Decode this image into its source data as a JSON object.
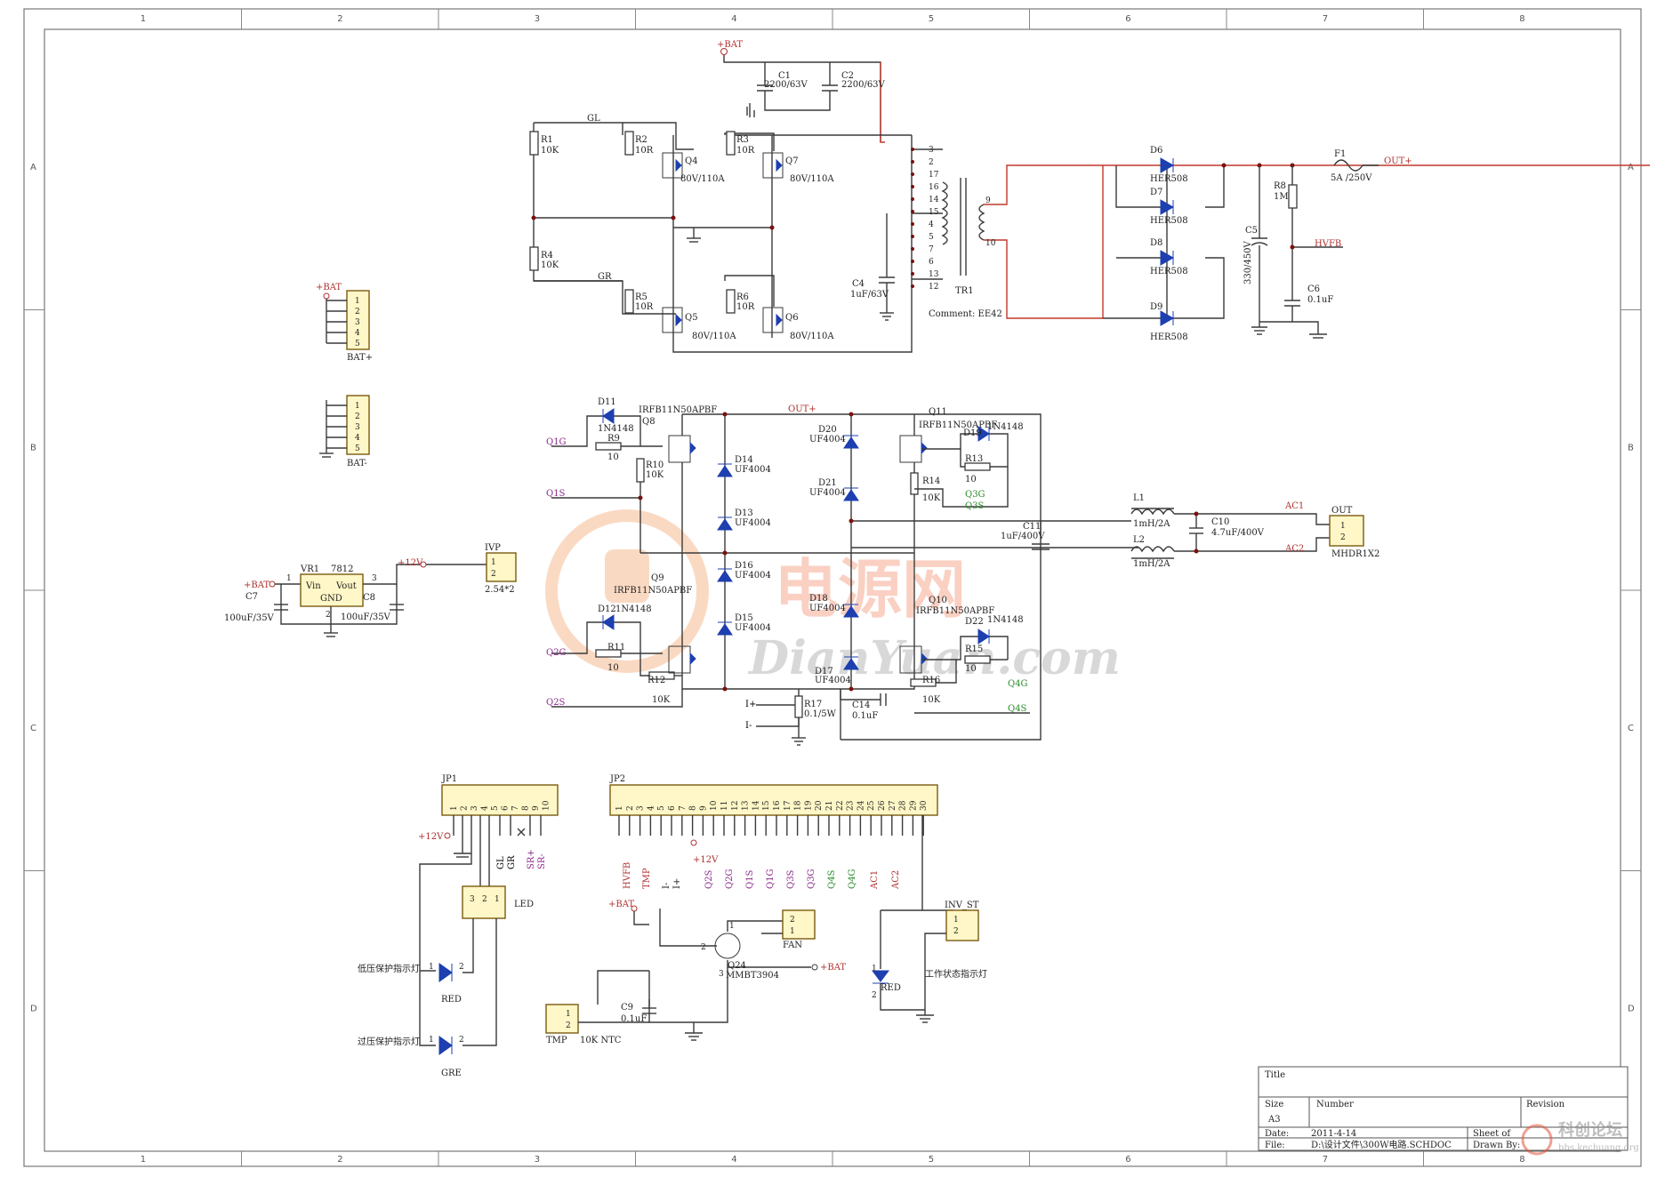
{
  "grid": {
    "columns": [
      "1",
      "2",
      "3",
      "4",
      "5",
      "6",
      "7",
      "8"
    ],
    "rows": [
      "A",
      "B",
      "C",
      "D"
    ]
  },
  "power_stage": {
    "supply": "+BAT",
    "caps": [
      {
        "ref": "C1",
        "value": "2200/63V"
      },
      {
        "ref": "C2",
        "value": "2200/63V"
      },
      {
        "ref": "C4",
        "value": "1uF/63V"
      }
    ],
    "resistors": [
      {
        "ref": "R1",
        "value": "10K"
      },
      {
        "ref": "R2",
        "value": "10R"
      },
      {
        "ref": "R3",
        "value": "10R"
      },
      {
        "ref": "R4",
        "value": "10K"
      },
      {
        "ref": "R5",
        "value": "10R"
      },
      {
        "ref": "R6",
        "value": "10R"
      }
    ],
    "mosfets": [
      {
        "ref": "Q4",
        "value": "80V/110A"
      },
      {
        "ref": "Q7",
        "value": "80V/110A"
      },
      {
        "ref": "Q5",
        "value": "80V/110A"
      },
      {
        "ref": "Q6",
        "value": "80V/110A"
      }
    ],
    "nets": {
      "gl": "GL",
      "gr": "GR"
    },
    "transformer": {
      "ref": "TR1",
      "comment": "Comment: EE42",
      "primary_pins": [
        "3",
        "2",
        "17",
        "16",
        "14",
        "15",
        "4",
        "5",
        "7",
        "6",
        "13",
        "12"
      ],
      "secondary_pins": [
        "9",
        "10"
      ]
    }
  },
  "rectifier": {
    "diodes": [
      {
        "ref": "D6",
        "value": "HER508"
      },
      {
        "ref": "D7",
        "value": "HER508"
      },
      {
        "ref": "D8",
        "value": "HER508"
      },
      {
        "ref": "D9",
        "value": "HER508"
      }
    ],
    "fuse": {
      "ref": "F1",
      "value": "5A /250V"
    },
    "out_label": "OUT+",
    "r8": {
      "ref": "R8",
      "value": "1M"
    },
    "c5": {
      "ref": "C5",
      "value": "330/450V"
    },
    "hvfb": "HVFB",
    "c6": {
      "ref": "C6",
      "value": "0.1uF"
    }
  },
  "battery_connectors": [
    {
      "net": "+BAT",
      "pins": [
        "1",
        "2",
        "3",
        "4",
        "5"
      ],
      "name": "BAT+"
    },
    {
      "pins": [
        "1",
        "2",
        "3",
        "4",
        "5"
      ],
      "name": "BAT-"
    }
  ],
  "regulator": {
    "ref": "VR1",
    "part": "7812",
    "pins": {
      "vin": "Vin",
      "vout": "Vout",
      "gnd": "GND"
    },
    "pin_numbers": [
      "1",
      "3",
      "2"
    ],
    "input": "+BAT",
    "output": "+12V",
    "c7": {
      "ref": "C7",
      "value": "100uF/35V"
    },
    "c8": {
      "ref": "C8",
      "value": "100uF/35V"
    },
    "ivp": {
      "ref": "IVP",
      "pins": [
        "1",
        "2"
      ],
      "value": "2.54*2"
    }
  },
  "inverter": {
    "q8": {
      "ref": "Q8",
      "part": "IRFB11N50APBF"
    },
    "q11": {
      "ref": "Q11",
      "part": "IRFB11N50APBF"
    },
    "q9": {
      "ref": "Q9",
      "part": "IRFB11N50APBF"
    },
    "q10": {
      "ref": "Q10",
      "part": "IRFB11N50APBF"
    },
    "out_plus": "OUT+",
    "small_diodes": [
      {
        "ref": "D11",
        "value": "1N4148"
      },
      {
        "ref": "D19",
        "value": "1N4148"
      },
      {
        "ref": "D12",
        "value": "1N4148"
      },
      {
        "ref": "D22",
        "value": "1N4148"
      }
    ],
    "fast_diodes": [
      {
        "ref": "D14",
        "value": "UF4004"
      },
      {
        "ref": "D13",
        "value": "UF4004"
      },
      {
        "ref": "D16",
        "value": "UF4004"
      },
      {
        "ref": "D15",
        "value": "UF4004"
      },
      {
        "ref": "D20",
        "value": "UF4004"
      },
      {
        "ref": "D21",
        "value": "UF4004"
      },
      {
        "ref": "D18",
        "value": "UF4004"
      },
      {
        "ref": "D17",
        "value": "UF4004"
      }
    ],
    "resistors": [
      {
        "ref": "R9",
        "value": "10"
      },
      {
        "ref": "R10",
        "value": "10K"
      },
      {
        "ref": "R13",
        "value": "10"
      },
      {
        "ref": "R14",
        "value": "10K"
      },
      {
        "ref": "R11",
        "value": "10"
      },
      {
        "ref": "R12",
        "value": "10K"
      },
      {
        "ref": "R15",
        "value": "10"
      },
      {
        "ref": "R16",
        "value": "10K"
      },
      {
        "ref": "R17",
        "value": "0.1/5W"
      }
    ],
    "nets": {
      "q1g": "Q1G",
      "q1s": "Q1S",
      "q2g": "Q2G",
      "q2s": "Q2S",
      "q3g": "Q3G",
      "q3s": "Q3S",
      "q4g": "Q4G",
      "q4s": "Q4S",
      "iplus": "I+",
      "iminus": "I-"
    },
    "c14": {
      "ref": "C14",
      "value": "0.1uF"
    },
    "c11": {
      "ref": "C11",
      "value": "1uF/400V"
    },
    "l1": {
      "ref": "L1",
      "value": "1mH/2A"
    },
    "l2": {
      "ref": "L2",
      "value": "1mH/2A"
    },
    "c10": {
      "ref": "C10",
      "value": "4.7uF/400V"
    },
    "ac1": "AC1",
    "ac2": "AC2",
    "out": {
      "ref": "OUT",
      "pins": [
        "1",
        "2"
      ],
      "part": "MHDR1X2"
    }
  },
  "jp1": {
    "ref": "JP1",
    "pins": [
      "1",
      "2",
      "3",
      "4",
      "5",
      "6",
      "7",
      "8",
      "9",
      "10"
    ],
    "nets": [
      "GL",
      "GR",
      "SR+",
      "SR-"
    ],
    "plus12": "+12V",
    "led": {
      "name": "LED",
      "pins": [
        "3",
        "2",
        "1"
      ]
    },
    "led_low": {
      "label": "低压保护指示灯",
      "color": "RED",
      "pins": [
        "1",
        "2"
      ]
    },
    "led_over": {
      "label": "过压保护指示灯",
      "color": "GRE",
      "pins": [
        "1",
        "2"
      ]
    }
  },
  "jp2": {
    "ref": "JP2",
    "pins": [
      "1",
      "2",
      "3",
      "4",
      "5",
      "6",
      "7",
      "8",
      "9",
      "10",
      "11",
      "12",
      "13",
      "14",
      "15",
      "16",
      "17",
      "18",
      "19",
      "20",
      "21",
      "22",
      "23",
      "24",
      "25",
      "26",
      "27",
      "28",
      "29",
      "30"
    ],
    "nets": [
      "HVFB",
      "TMP",
      "I-",
      "I+",
      "Q2S",
      "Q2G",
      "Q1S",
      "Q1G",
      "Q3S",
      "Q3G",
      "Q4S",
      "Q4G",
      "AC1",
      "AC2"
    ],
    "plus12": "+12V",
    "plusbat": "+BAT"
  },
  "aux": {
    "q24": {
      "ref": "Q24",
      "part": "MMBT3904",
      "pins": [
        "2",
        "1",
        "3"
      ]
    },
    "plusbat": "+BAT",
    "fan": {
      "ref": "FAN",
      "pins": [
        "2",
        "1"
      ]
    },
    "c9": {
      "ref": "C9",
      "value": "0.1uF"
    },
    "tmp": {
      "ref": "TMP",
      "pins": [
        "1",
        "2"
      ],
      "value": "10K NTC"
    },
    "inv_st": {
      "ref": "INV_ST",
      "pins": [
        "1",
        "2"
      ]
    },
    "status_led": {
      "color": "RED",
      "pins": [
        "1",
        "2"
      ],
      "label": "工作状态指示灯"
    }
  },
  "title_block": {
    "title": "Title",
    "size_label": "Size",
    "size": "A3",
    "number_label": "Number",
    "revision_label": "Revision",
    "date_label": "Date:",
    "date": "2011-4-14",
    "file_label": "File:",
    "file": "D:\\设计文件\\300W电路.SCHDOC",
    "sheet_label": "Sheet  of",
    "drawn_label": "Drawn By:"
  },
  "watermarks": {
    "cn": "电源网",
    "en": "DianYuan.com",
    "corner": "科创论坛",
    "corner_url": "bbs.kechuang.org"
  }
}
